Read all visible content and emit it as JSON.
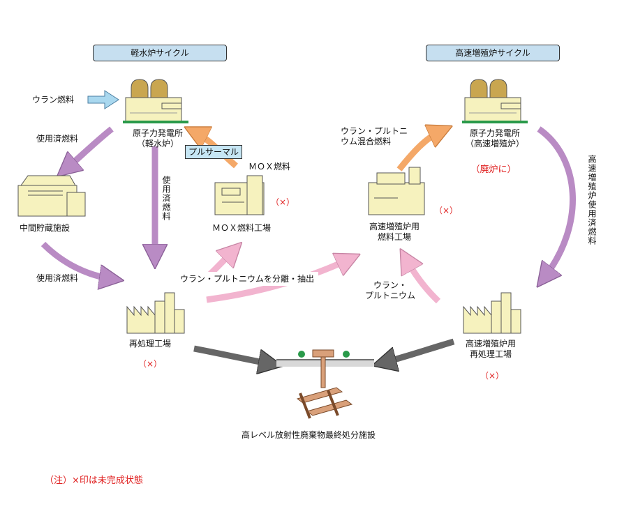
{
  "cycles": {
    "light_water": "軽水炉サイクル",
    "fast_breeder": "高速増殖炉サイクル"
  },
  "labels": {
    "uranium_fuel": "ウラン燃料",
    "spent_fuel_1": "使用済燃料",
    "spent_fuel_2": "使用済燃料",
    "spent_fuel_vertical": "使用済燃料",
    "npp_lwr_line1": "原子力発電所",
    "npp_lwr_line2": "（軽水炉）",
    "pluthermal": "プルサーマル",
    "mox_fuel": "ＭＯＸ燃料",
    "mox_factory": "ＭＯＸ燃料工場",
    "interim_storage": "中間貯蔵施設",
    "reprocessing_plant": "再処理工場",
    "u_pu_separation": "ウラン・プルトニウムを分離・抽出",
    "u_pu_mixed_line1": "ウラン・プルトニ",
    "u_pu_mixed_line2": "ウム混合燃料",
    "npp_fbr_line1": "原子力発電所",
    "npp_fbr_line2": "（高速増殖炉）",
    "decommissioned": "（廃炉に）",
    "fbr_fuel_line1": "高速増殖炉用",
    "fbr_fuel_line2": "燃料工場",
    "u_pu_line1": "ウラン・",
    "u_pu_line2": "プルトニウム",
    "fbr_spent_vertical": "高速増殖炉使用済燃料",
    "fbr_reprocessing_line1": "高速増殖炉用",
    "fbr_reprocessing_line2": "再処理工場",
    "disposal": "高レベル放射性廃棄物最終処分施設"
  },
  "incomplete_marks": {
    "mox_factory": "（×）",
    "reprocessing": "（×）",
    "fbr_fuel": "（×）",
    "fbr_reprocessing": "（×）"
  },
  "note": "（注）×印は未完成状態",
  "colors": {
    "spent_fuel_arrow": "#b98bc4",
    "mox_arrow": "#f4a868",
    "separation_arrow": "#f2b4cf",
    "waste_arrow": "#666666",
    "uranium_arrow": "#a9d8ef",
    "building": "#f6f2be",
    "building_dome": "#c9a650",
    "incomplete_red": "#e02020"
  }
}
